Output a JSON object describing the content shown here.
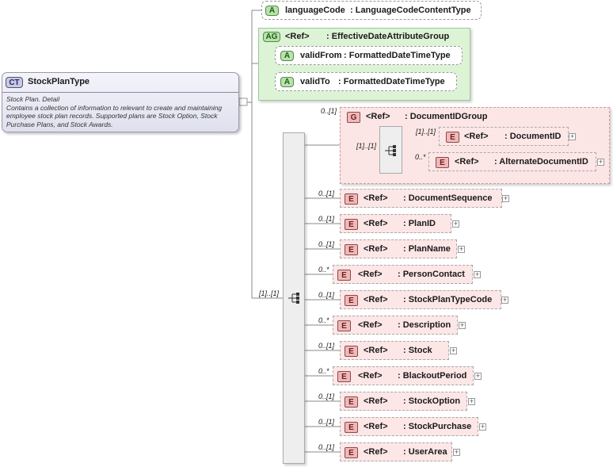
{
  "complex_type": {
    "badge": "CT",
    "name": "StockPlanType",
    "doc_title": "Stock Plan. Detail",
    "doc_text": "Contains a collection of information to relevant to create and maintaining employee stock plan records. Supported plans are Stock Option, Stock Purchase Plans, and Stock Awards."
  },
  "attributes": {
    "badge_a": "A",
    "badge_ag": "AG",
    "languageCode": {
      "name": "languageCode",
      "type": ": LanguageCodeContentType"
    },
    "group": {
      "ref": "<Ref>",
      "name": ": EffectiveDateAttributeGroup"
    },
    "validFrom": {
      "name": "validFrom",
      "type": ": FormattedDateTimeType"
    },
    "validTo": {
      "name": "validTo",
      "type": ": FormattedDateTimeType"
    }
  },
  "sequence": {
    "cardinality": "[1]..[1]"
  },
  "document_group": {
    "badge": "G",
    "cardinality": "0..[1]",
    "ref": "<Ref>",
    "name": ": DocumentIDGroup",
    "inner_cardinality": "[1]..[1]",
    "items": [
      {
        "badge": "E",
        "card": "[1]..[1]",
        "ref": "<Ref>",
        "name": ": DocumentID"
      },
      {
        "badge": "E",
        "card": "0..*",
        "ref": "<Ref>",
        "name": ": AlternateDocumentID"
      }
    ]
  },
  "elements": [
    {
      "badge": "E",
      "card": "0..[1]",
      "ref": "<Ref>",
      "name": ": DocumentSequence"
    },
    {
      "badge": "E",
      "card": "0..[1]",
      "ref": "<Ref>",
      "name": ": PlanID"
    },
    {
      "badge": "E",
      "card": "0..[1]",
      "ref": "<Ref>",
      "name": ": PlanName"
    },
    {
      "badge": "E",
      "card": "0..*",
      "ref": "<Ref>",
      "name": ": PersonContact"
    },
    {
      "badge": "E",
      "card": "0..[1]",
      "ref": "<Ref>",
      "name": ": StockPlanTypeCode"
    },
    {
      "badge": "E",
      "card": "0..*",
      "ref": "<Ref>",
      "name": ": Description"
    },
    {
      "badge": "E",
      "card": "0..[1]",
      "ref": "<Ref>",
      "name": ": Stock"
    },
    {
      "badge": "E",
      "card": "0..*",
      "ref": "<Ref>",
      "name": ": BlackoutPeriod"
    },
    {
      "badge": "E",
      "card": "0..[1]",
      "ref": "<Ref>",
      "name": ": StockOption"
    },
    {
      "badge": "E",
      "card": "0..[1]",
      "ref": "<Ref>",
      "name": ": StockPurchase"
    },
    {
      "badge": "E",
      "card": "0..[1]",
      "ref": "<Ref>",
      "name": ": UserArea"
    }
  ],
  "expand_glyph": "+"
}
